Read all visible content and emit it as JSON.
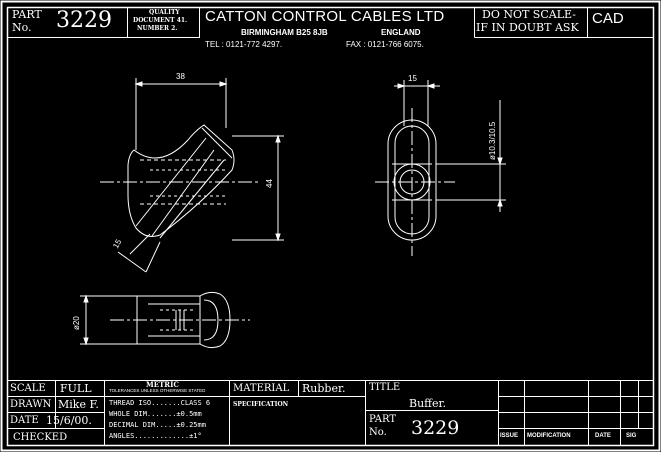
{
  "header": {
    "part_label_1": "PART",
    "part_label_2": "No.",
    "part_number": "3229",
    "quality_1": "QUALITY",
    "quality_2": "DOCUMENT 41.",
    "quality_3": "NUMBER 2.",
    "company": "CATTON CONTROL CABLES LTD",
    "address_1": "BIRMINGHAM B25 8JB",
    "address_2": "ENGLAND",
    "tel": "TEL : 0121-772 4297.",
    "fax": "FAX : 0121-766 6075.",
    "notice_1": "DO NOT SCALE-",
    "notice_2": "IF IN DOUBT ASK",
    "cad": "CAD"
  },
  "dimensions": {
    "width_38": "38",
    "height_44": "44",
    "angle_15": "15",
    "depth_15": "15",
    "diameter_range": "ø10.3/10.5",
    "diameter_20": "ø20"
  },
  "title_block": {
    "scale_label": "SCALE",
    "scale_value": "FULL",
    "drawn_label": "DRAWN",
    "drawn_value": "Mike F.",
    "date_label": "DATE",
    "date_value": "15/6/00.",
    "checked_label": "CHECKED",
    "metric": "METRIC",
    "metric_sub": "TOLERANCES UNLESS OTHERWISE STATED",
    "thread": "THREAD ISO.......CLASS 6",
    "whole_dim": "WHOLE DIM.......±0.5mm",
    "decimal_dim": "DECIMAL DIM.....±0.25mm",
    "angles": "ANGLES.............±1°",
    "material_label": "MATERIAL",
    "material_value": "Rubber.",
    "specification_label": "SPECIFICATION",
    "title_label": "TITLE",
    "title_value": "Buffer.",
    "part_label_1": "PART",
    "part_label_2": "No.",
    "part_number": "3229",
    "issue_label": "ISSUE",
    "modification_label": "MODIFICATION",
    "date_col_label": "DATE",
    "sig_label": "SIG"
  }
}
